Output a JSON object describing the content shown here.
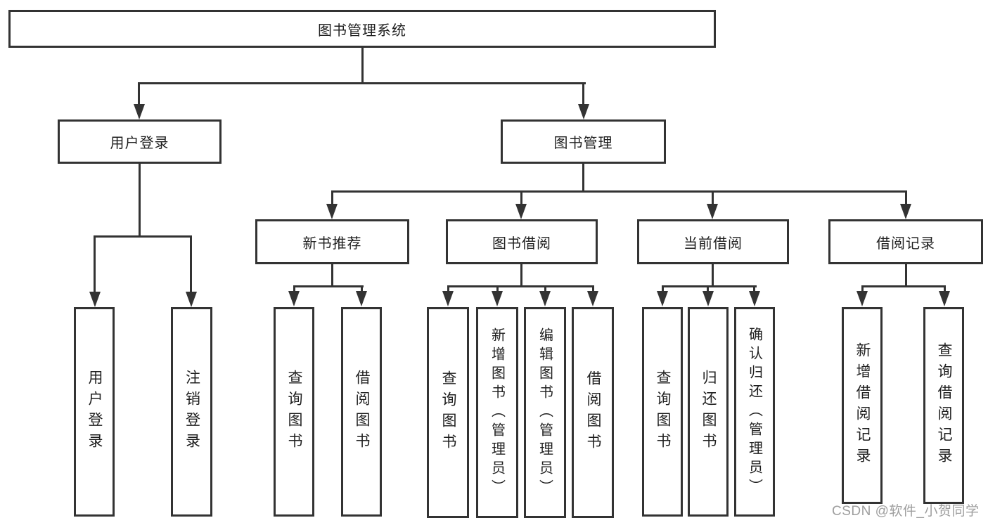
{
  "diagram": {
    "title": "图书管理系统",
    "level2": [
      "用户登录",
      "图书管理"
    ],
    "level3": [
      "新书推荐",
      "图书借阅",
      "当前借阅",
      "借阅记录"
    ],
    "level4": {
      "user_login": [
        "用户登录",
        "注销登录"
      ],
      "new_book": [
        "查询图书",
        "借阅图书"
      ],
      "book_borrow": [
        "查询图书",
        "新增图书（管理员）",
        "编辑图书（管理员）",
        "借阅图书"
      ],
      "current_borrow": [
        "查询图书",
        "归还图书",
        "确认归还（管理员）"
      ],
      "borrow_record": [
        "新增借阅记录",
        "查询借阅记录"
      ]
    }
  },
  "watermark": "CSDN @软件_小贺同学",
  "colors": {
    "line": "#333333",
    "text": "#1f1f1f",
    "watermark": "#9e9e9e",
    "background": "#ffffff"
  }
}
